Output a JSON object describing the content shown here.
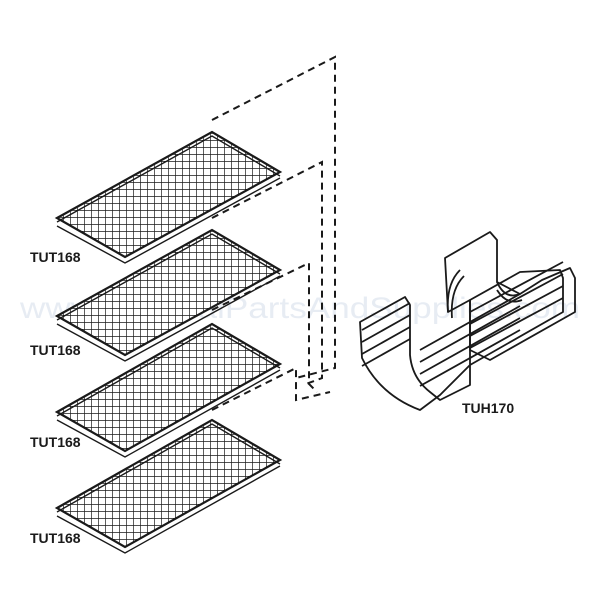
{
  "diagram": {
    "trays": [
      {
        "label": "TUT168"
      },
      {
        "label": "TUT168"
      },
      {
        "label": "TUT168"
      },
      {
        "label": "TUT168"
      }
    ],
    "holder": {
      "label": "TUH170"
    },
    "watermark": "www.MedicalPartsAndSupplies.com",
    "colors": {
      "line": "#1a1a1a",
      "watermark": "#dfe6f0"
    }
  }
}
